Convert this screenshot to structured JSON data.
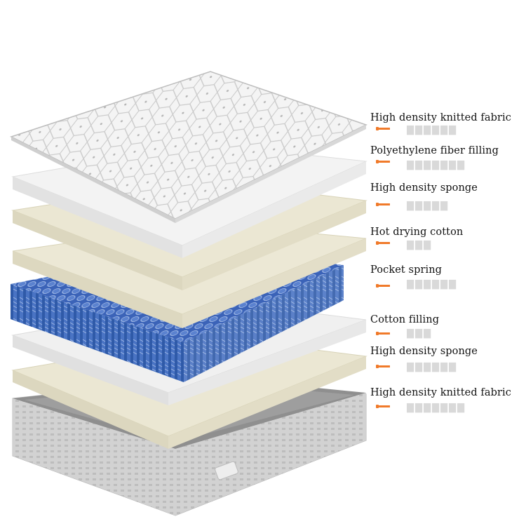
{
  "colors": {
    "arrow": "#f07a2a",
    "fabric": "#f1f1f1",
    "foam": "#e9e6d4",
    "spring": "#3b63b8",
    "base": "#9a9a9a"
  },
  "labels": [
    {
      "text": "High density knitted fabric"
    },
    {
      "text": "Polyethylene fiber filling"
    },
    {
      "text": "High density sponge"
    },
    {
      "text": "Hot drying cotton"
    },
    {
      "text": "Pocket spring"
    },
    {
      "text": "Cotton filling"
    },
    {
      "text": "High density sponge"
    },
    {
      "text": "High density knitted fabric"
    }
  ]
}
